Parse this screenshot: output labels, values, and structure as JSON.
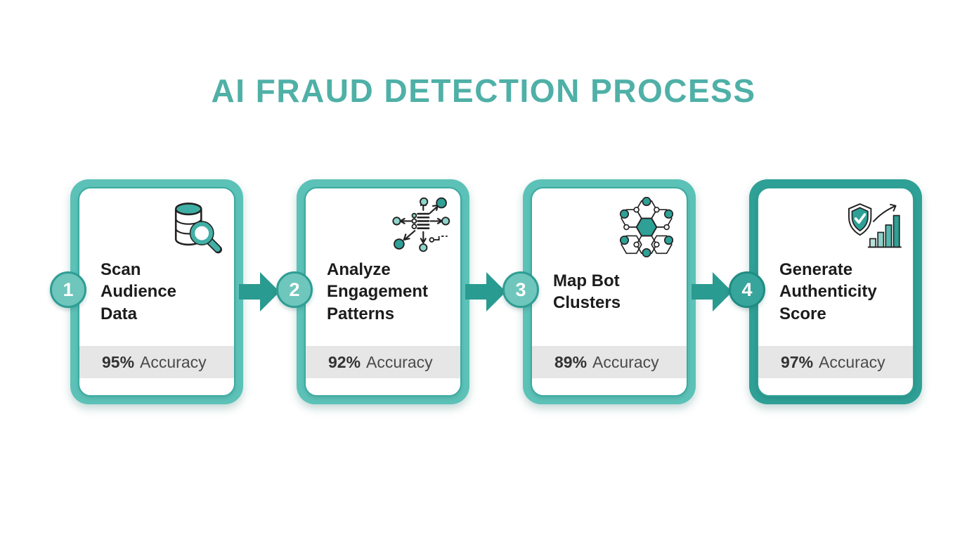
{
  "title": "AI FRAUD DETECTION PROCESS",
  "colors": {
    "title_teal": "#4FB0A7",
    "frame_teal": "#5CC2B8",
    "frame_teal_dark": "#2FA096",
    "inner_border_teal": "#3AABA1",
    "arrow_teal": "#2A9B91",
    "badge_fill": "#6FC6BC",
    "badge_ring": "#2E9D93",
    "badge_fill_dark": "#37A59B",
    "badge_ring_dark": "#1F8C83",
    "strip_gray": "#E6E6E6"
  },
  "steps": [
    {
      "number": "1",
      "title": "Scan Audience Data",
      "accuracy_value": "95%",
      "accuracy_label": "Accuracy",
      "icon": "database-search-icon"
    },
    {
      "number": "2",
      "title": "Analyze Engagement Patterns",
      "accuracy_value": "92%",
      "accuracy_label": "Accuracy",
      "icon": "engagement-network-icon"
    },
    {
      "number": "3",
      "title": "Map Bot Clusters",
      "accuracy_value": "89%",
      "accuracy_label": "Accuracy",
      "icon": "bot-cluster-icon"
    },
    {
      "number": "4",
      "title": "Generate Authenticity Score",
      "accuracy_value": "97%",
      "accuracy_label": "Accuracy",
      "icon": "shield-growth-icon"
    }
  ]
}
